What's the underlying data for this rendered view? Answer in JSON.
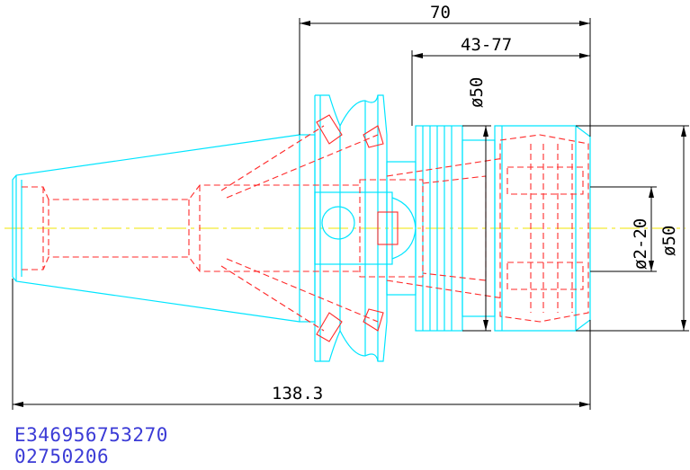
{
  "dimensions": {
    "overall_length": "138.3",
    "gauge_length": "70",
    "clamp_range_length": "43-77",
    "flange_diameter": "ø50",
    "nut_diameter": "ø50",
    "clamping_range": "ø2-20"
  },
  "codes": {
    "part_code": "E346956753270",
    "order_code": "02750206"
  },
  "colors": {
    "outline": "#00e5ff",
    "hidden": "#ff2a2a",
    "dimension": "#000000",
    "centerline": "#f2e600",
    "code_text": "#3b3bd6"
  }
}
